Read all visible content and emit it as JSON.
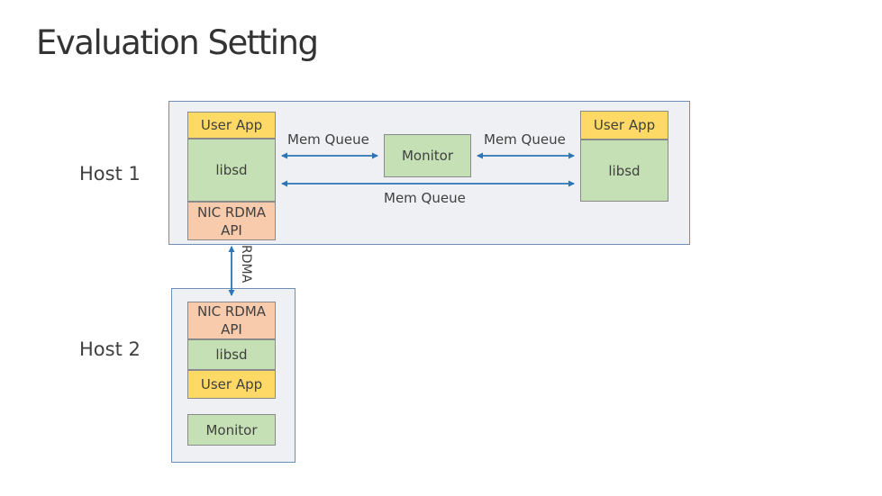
{
  "title": "Evaluation Setting",
  "host1": {
    "label": "Host 1",
    "left_stack": {
      "user_app": "User App",
      "libsd": "libsd",
      "nic": "NIC RDMA API"
    },
    "monitor": "Monitor",
    "right_stack": {
      "user_app": "User App",
      "libsd": "libsd"
    },
    "queues": {
      "left": "Mem Queue",
      "right": "Mem Queue",
      "bottom": "Mem Queue"
    }
  },
  "link": {
    "label": "RDMA"
  },
  "host2": {
    "label": "Host 2",
    "nic": "NIC RDMA API",
    "libsd": "libsd",
    "user_app": "User App",
    "monitor": "Monitor"
  },
  "colors": {
    "frame_fill": "#eef0f3",
    "frame_border": "#6b8fb5",
    "user_app": "#ffd966",
    "libsd": "#c5e0b4",
    "nic": "#f8cbad",
    "arrow": "#2e75b6"
  }
}
